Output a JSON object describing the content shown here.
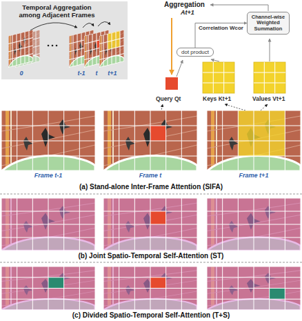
{
  "diagram": {
    "nodes": [
      {
        "text": [
          "Temporal Aggregation among Adjacent Frames"
        ]
      },
      {
        "text": [
          "Channel-wise Weighted Summation"
        ]
      },
      {
        "text": [
          "dot product"
        ]
      }
    ],
    "edges": [
      {
        "from": 2,
        "to": 1,
        "arrow": "to",
        "label": "Correlation Wcor"
      }
    ],
    "labels": [
      "0",
      "t-1",
      "t",
      "t+1",
      "Aggregation",
      "At+1",
      "Query Qt",
      "Keys Kt+1",
      "Values Vt+1",
      "Frame t-1",
      "Frame t",
      "Frame t+1",
      "(a) Stand-alone Inter-Frame Attention (SIFA)",
      "(b) Joint Spatio-Temporal Self-Attention (ST)",
      "(c) Divided Spatio-Temporal Self-Attention (T+S)"
    ]
  }
}
